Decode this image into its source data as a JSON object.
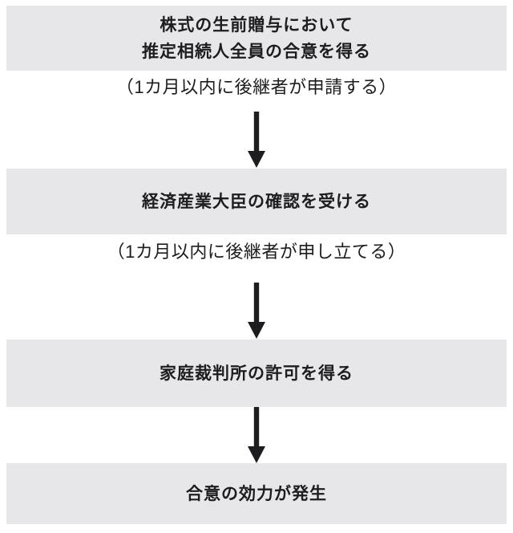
{
  "diagram": {
    "type": "flowchart",
    "direction": "top-down",
    "colors": {
      "background": "#ffffff",
      "box_fill": "#e7e7e9",
      "text": "#1d1d1f",
      "arrow": "#1d1d1f"
    },
    "steps": [
      {
        "kind": "box",
        "lines": [
          "株式の生前贈与において",
          "推定相続人全員の合意を得る"
        ]
      },
      {
        "kind": "note",
        "text": "（1カ月以内に後継者が申請する）"
      },
      {
        "kind": "arrow",
        "icon": "down-arrow"
      },
      {
        "kind": "box",
        "lines": [
          "経済産業大臣の確認を受ける"
        ]
      },
      {
        "kind": "note",
        "text": "（1カ月以内に後継者が申し立てる）"
      },
      {
        "kind": "arrow",
        "icon": "down-arrow"
      },
      {
        "kind": "box",
        "lines": [
          "家庭裁判所の許可を得る"
        ]
      },
      {
        "kind": "arrow",
        "icon": "down-arrow"
      },
      {
        "kind": "box",
        "lines": [
          "合意の効力が発生"
        ]
      }
    ]
  }
}
